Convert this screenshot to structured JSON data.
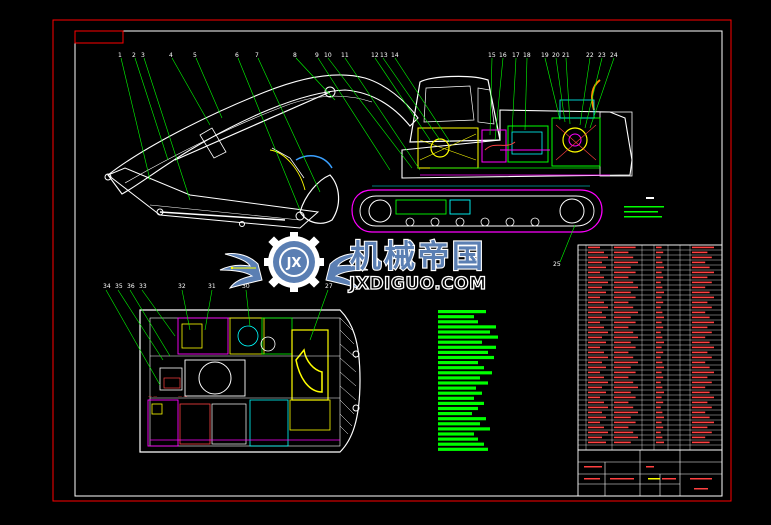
{
  "watermark": {
    "brand_cn": "机械帝国",
    "brand_en": "JXDIGUO.COM",
    "emblem_letters": "JX",
    "colors": {
      "blue": "#5b7fb3",
      "outline": "#ffffff"
    }
  },
  "drawing": {
    "balloons_top": [
      "1",
      "2",
      "3",
      "4",
      "5",
      "6",
      "7",
      "8",
      "9",
      "10",
      "11",
      "12",
      "13",
      "14",
      "15",
      "16",
      "17",
      "18",
      "19",
      "20",
      "21",
      "22",
      "23",
      "24"
    ],
    "balloon_track": "25",
    "balloons_plan": [
      "34",
      "35",
      "36",
      "33",
      "32",
      "31",
      "30",
      "27"
    ],
    "border_color": "#ff0000",
    "frame_color": "#ffffff"
  }
}
